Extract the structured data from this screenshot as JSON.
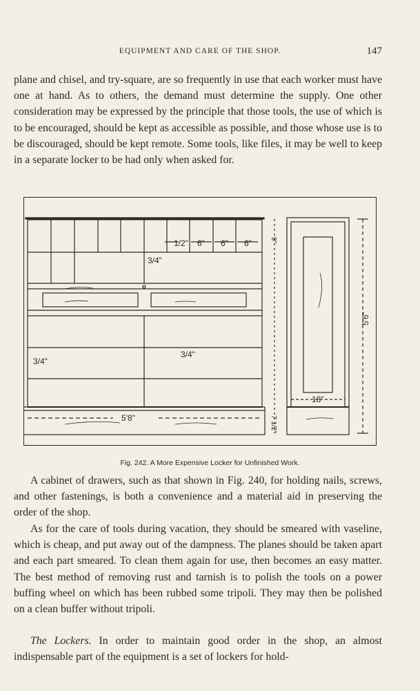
{
  "header": {
    "running_head": "EQUIPMENT AND CARE OF THE SHOP.",
    "page_number": "147"
  },
  "paragraphs": {
    "p1": "plane and chisel, and try-square, are so frequently in use that each worker must have one at hand. As to others, the demand must determine the supply. One other consideration may be expressed by the principle that those tools, the use of which is to be encouraged, should be kept as accessible as possible, and those whose use is to be discouraged, should be kept remote. Some tools, like files, it may be well to keep in a separate locker to be had only when asked for.",
    "p2": "A cabinet of drawers, such as that shown in Fig. 240, for holding nails, screws, and other fastenings, is both a convenience and a material aid in preserving the order of the shop.",
    "p3": "As for the care of tools during vacation, they should be smeared with vaseline, which is cheap, and put away out of the dampness. The planes should be taken apart and each part smeared. To clean them again for use, then becomes an easy matter. The best method of removing rust and tarnish is to polish the tools on a power buffing wheel on which has been rubbed some tripoli. They may then be polished on a clean buffer without tripoli.",
    "p4_heading": "The Lockers.",
    "p4": "In order to maintain good order in the shop, an almost indispensable part of the equipment is a set of lockers for hold-"
  },
  "figure": {
    "caption": "Fig. 242. A More Expensive Locker for Unfinished Work.",
    "dims": {
      "half": "1/2\"",
      "six_a": "6\"",
      "six_b": "6\"",
      "six_c": "6\"",
      "three_quarter_top": "3/4\"",
      "three_quarter_mid": "3/4\"",
      "three_quarter_left": "3/4\"",
      "width_total": "5'8\"",
      "depth": "18\"",
      "height_total": "5'6\"",
      "nine": "9\"",
      "seven_half": "7 1/2\""
    }
  }
}
